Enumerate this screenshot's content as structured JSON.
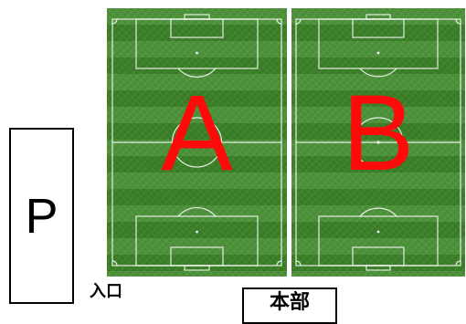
{
  "parking": {
    "label": "P"
  },
  "entrance": {
    "label": "入口"
  },
  "headquarters": {
    "label": "本部"
  },
  "fields": [
    {
      "label": "A"
    },
    {
      "label": "B"
    }
  ],
  "colors": {
    "field_letter": "#ff0a0a",
    "grass": "#3f8a2a",
    "lines": "#ffffff"
  }
}
